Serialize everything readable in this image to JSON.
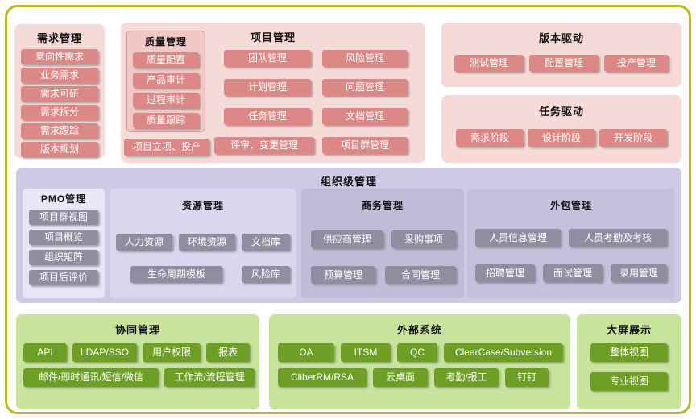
{
  "colors": {
    "frame_border": "#b8bc18",
    "pink_panel": "#f6dad8",
    "pink_item": "#db8886",
    "lavender_panel": "#cfc9e6",
    "gray_item": "#8e8ea0",
    "green_panel": "#c8e49c",
    "green_item": "#6d9f24"
  },
  "requirements": {
    "title": "需求管理",
    "items": [
      "意向性需求",
      "业务需求",
      "需求可研",
      "需求拆分",
      "需求跟踪",
      "版本规划"
    ]
  },
  "project": {
    "title": "项目管理",
    "quality": {
      "title": "质量管理",
      "items": [
        "质量配置",
        "产品审计",
        "过程审计",
        "质量跟踪"
      ]
    },
    "startup": "项目立项、投产",
    "col2": [
      "团队管理",
      "计划管理",
      "任务管理",
      "评审、变更管理"
    ],
    "col3": [
      "风险管理",
      "问题管理",
      "文档管理",
      "项目群管理"
    ]
  },
  "version_driven": {
    "title": "版本驱动",
    "items": [
      "测试管理",
      "配置管理",
      "投产管理"
    ]
  },
  "task_driven": {
    "title": "任务驱动",
    "items": [
      "需求阶段",
      "设计阶段",
      "开发阶段"
    ]
  },
  "org": {
    "title": "组织级管理",
    "pmo": {
      "title": "PMO管理",
      "items": [
        "项目群视图",
        "项目概览",
        "组织矩阵",
        "项目后评价"
      ]
    },
    "resource": {
      "title": "资源管理",
      "row1": [
        "人力资源",
        "环境资源",
        "文档库"
      ],
      "row2": [
        "生命周期模板",
        "风险库"
      ]
    },
    "business": {
      "title": "商务管理",
      "row1": [
        "供应商管理",
        "采购事项"
      ],
      "row2": [
        "预算管理",
        "合同管理"
      ]
    },
    "outsourcing": {
      "title": "外包管理",
      "row1": [
        "人员信息管理",
        "人员考勤及考核"
      ],
      "row2": [
        "招聘管理",
        "面试管理",
        "录用管理"
      ]
    }
  },
  "collaboration": {
    "title": "协同管理",
    "row1": [
      "API",
      "LDAP/SSO",
      "用户权限",
      "报表"
    ],
    "row2": [
      "邮件/即时通讯/短信/微信",
      "工作流/流程管理"
    ]
  },
  "external": {
    "title": "外部系统",
    "row1": [
      "OA",
      "ITSM",
      "QC",
      "ClearCase/Subversion"
    ],
    "row2": [
      "CliberRM/RSA",
      "云桌面",
      "考勤/报工",
      "钉钉"
    ]
  },
  "display": {
    "title": "大屏展示",
    "items": [
      "整体视图",
      "专业视图"
    ]
  }
}
